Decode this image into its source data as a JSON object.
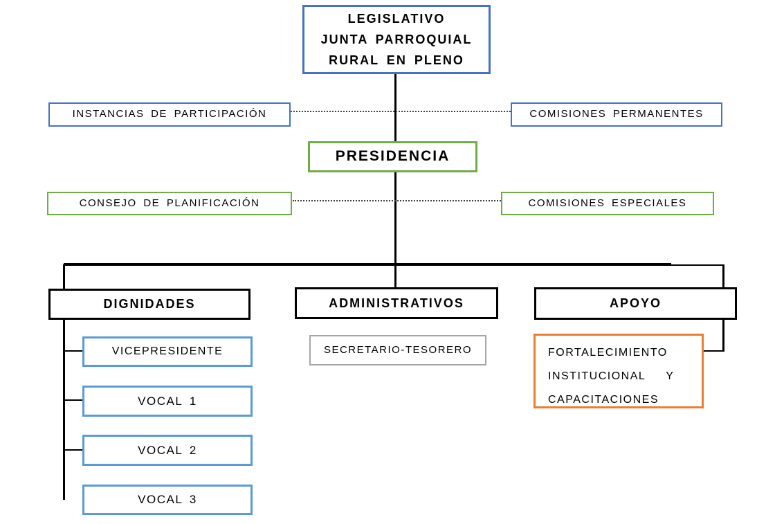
{
  "diagram": {
    "title": "Organigrama Junta Parroquial Rural",
    "background": "#ffffff"
  },
  "colors": {
    "blue": "#4472C4",
    "light_blue": "#5B9BD5",
    "green": "#70AD47",
    "black": "#000000",
    "gray": "#A6A6A6",
    "orange": "#ED7D31",
    "connector": "#000000",
    "dotted_connector": "#404040"
  },
  "nodes": {
    "legislativo": {
      "label_lines": [
        "LEGISLATIVO",
        "JUNTA PARROQUIAL",
        "RURAL EN PLENO"
      ],
      "border_color": "#4472C4"
    },
    "instancias": {
      "label": "INSTANCIAS DE PARTICIPACIÓN",
      "border_color": "#4472C4"
    },
    "comisiones_permanentes": {
      "label": "COMISIONES PERMANENTES",
      "border_color": "#4472C4"
    },
    "presidencia": {
      "label": "PRESIDENCIA",
      "border_color": "#70AD47"
    },
    "consejo_planificacion": {
      "label": "CONSEJO DE PLANIFICACIÓN",
      "border_color": "#70AD47"
    },
    "comisiones_especiales": {
      "label": "COMISIONES ESPECIALES",
      "border_color": "#70AD47"
    },
    "dignidades": {
      "label": "DIGNIDADES",
      "border_color": "#000000"
    },
    "administrativos": {
      "label": "ADMINISTRATIVOS",
      "border_color": "#000000"
    },
    "apoyo": {
      "label": "APOYO",
      "border_color": "#000000"
    },
    "vicepresidente": {
      "label": "VICEPRESIDENTE",
      "border_color": "#5B9BD5"
    },
    "vocal1": {
      "label": "VOCAL 1",
      "border_color": "#5B9BD5"
    },
    "vocal2": {
      "label": "VOCAL 2",
      "border_color": "#5B9BD5"
    },
    "vocal3": {
      "label": "VOCAL 3",
      "border_color": "#5B9BD5"
    },
    "secretario_tesorero": {
      "label": "SECRETARIO-TESORERO",
      "border_color": "#A6A6A6"
    },
    "fortalecimiento": {
      "label_lines": [
        "FORTALECIMIENTO",
        "INSTITUCIONAL   Y",
        "CAPACITACIONES"
      ],
      "border_color": "#ED7D31"
    }
  }
}
